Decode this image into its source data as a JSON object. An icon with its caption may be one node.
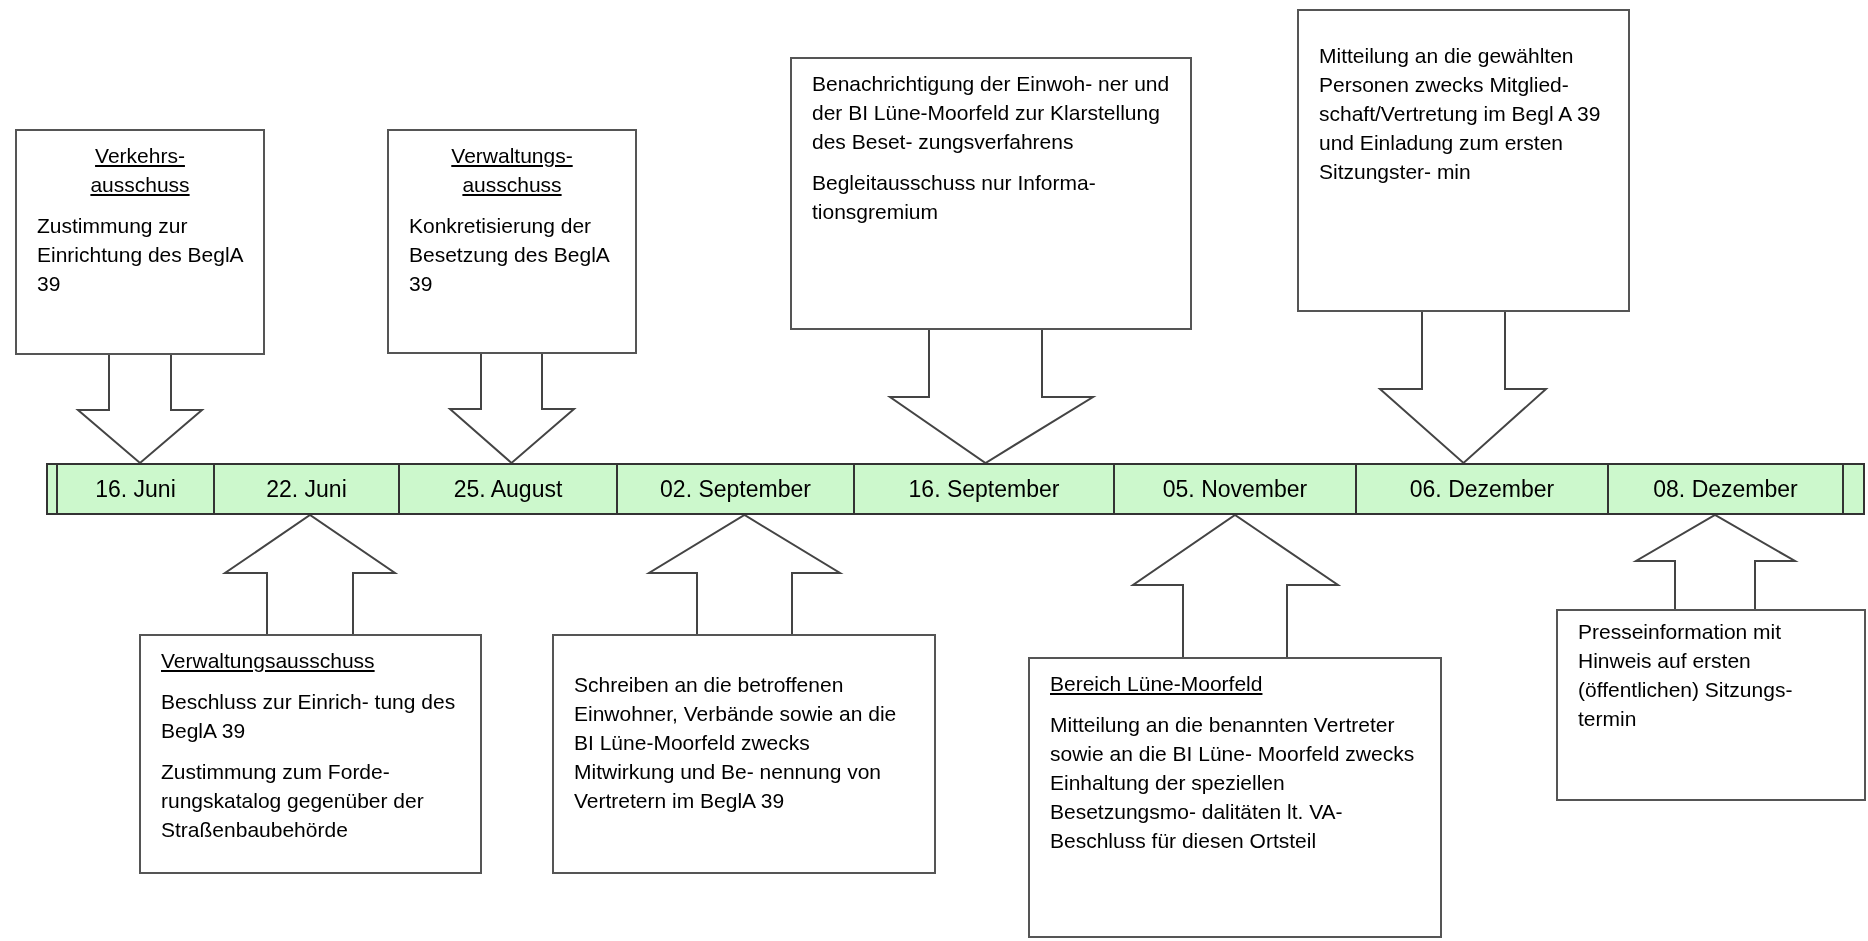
{
  "diagram": {
    "nodes": [
      {
        "text": [
          "Verkehrs- ausschuss",
          "Zustimmung zur Einrichtung des BeglA 39"
        ]
      },
      {
        "text": [
          "Verwaltungs- ausschuss",
          "Konkretisierung der Besetzung des BeglA 39"
        ]
      },
      {
        "text": [
          "Benachrichtigung der Einwoh- ner und der BI Lüne-Moorfeld zur Klarstellung des Beset- zungsverfahrens",
          "Begleitausschuss nur Informa- tionsgremium"
        ]
      },
      {
        "text": [
          "Mitteilung an die gewählten Personen zwecks Mitglied- schaft/Vertretung im Begl A 39 und Einladung zum ersten Sitzungster- min"
        ]
      },
      {
        "text": [],
        "shape": "bar"
      },
      {
        "text": [
          "16. Juni"
        ],
        "in": 4
      },
      {
        "text": [
          "22. Juni"
        ],
        "in": 4
      },
      {
        "text": [
          "25. August"
        ],
        "in": 4
      },
      {
        "text": [
          "02. September"
        ],
        "in": 4
      },
      {
        "text": [
          "16. September"
        ],
        "in": 4
      },
      {
        "text": [
          "05. November"
        ],
        "in": 4
      },
      {
        "text": [
          "06. Dezember"
        ],
        "in": 4
      },
      {
        "text": [
          "08. Dezember"
        ],
        "in": 4
      },
      {
        "text": [
          "Verwaltungsausschuss",
          "Beschluss zur Einrich- tung des BeglA 39",
          "Zustimmung zum Forde- rungskatalog gegenüber der Straßenbaubehörde"
        ]
      },
      {
        "text": [
          "Schreiben an die betroffenen Einwohner, Verbände sowie an die BI Lüne-Moorfeld zwecks Mitwirkung und Be- nennung von Vertretern im BeglA 39"
        ]
      },
      {
        "text": [
          "Bereich Lüne-Moorfeld",
          "Mitteilung an die benannten Vertreter sowie an die BI Lüne- Moorfeld zwecks Einhaltung der speziellen Besetzungsmo- dalitäten lt. VA-Beschluss für diesen Ortsteil"
        ]
      },
      {
        "text": [
          "Presseinformation mit Hinweis auf ersten (öffentlichen) Sitzungs- termin"
        ]
      }
    ],
    "edges": [
      {
        "from": 0,
        "to": 5,
        "arrow": "to"
      },
      {
        "from": 1,
        "to": 7,
        "arrow": "to"
      },
      {
        "from": 2,
        "to": 9,
        "arrow": "to"
      },
      {
        "from": 3,
        "to": 11,
        "arrow": "to"
      },
      {
        "from": 13,
        "to": 6,
        "arrow": "to"
      },
      {
        "from": 14,
        "to": 8,
        "arrow": "to"
      },
      {
        "from": 15,
        "to": 10,
        "arrow": "to"
      },
      {
        "from": 16,
        "to": 12,
        "arrow": "to"
      }
    ]
  }
}
